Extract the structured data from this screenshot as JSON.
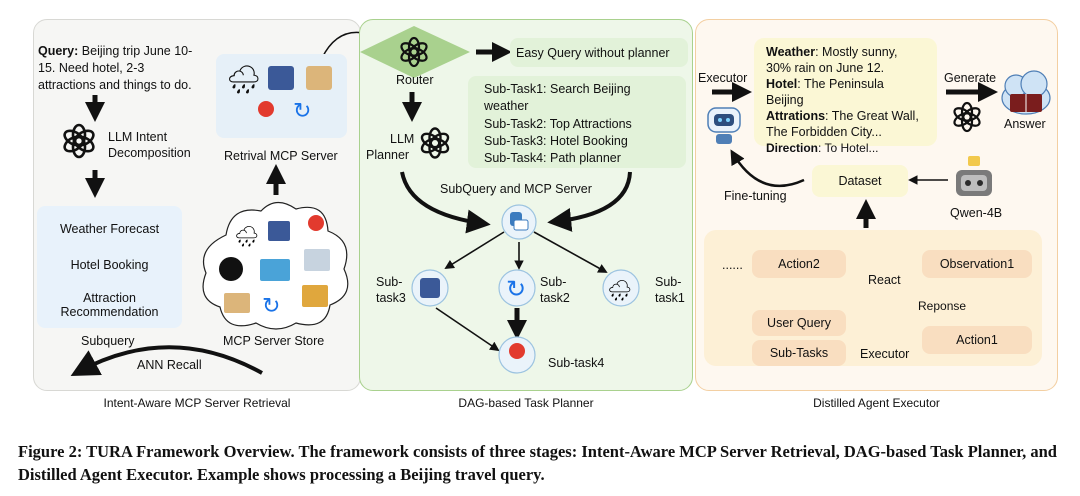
{
  "panel1": {
    "query_label": "Query:",
    "query_lines": [
      "Beijing trip June 10-",
      "15. Need hotel, 2-3",
      "attractions and things to do."
    ],
    "intent_label_1": "LLM Intent",
    "intent_label_2": "Decomposition",
    "subqueries": [
      "Weather Forecast",
      "Hotel Booking",
      "Attraction",
      "Recommendation"
    ],
    "subquery_label": "Subquery",
    "retrieval_server": "Retrival MCP Server",
    "server_store": "MCP Server Store",
    "ann_recall": "ANN Recall",
    "stage": "Intent-Aware MCP Server Retrieval"
  },
  "panel2": {
    "router": "Router",
    "easy_query": "Easy Query without planner",
    "planner_1": "LLM",
    "planner_2": "Planner",
    "subtasks": [
      "Sub-Task1: Search Beijing",
      "weather",
      "Sub-Task2: Top Attractions",
      "Sub-Task3: Hotel Booking",
      "Sub-Task4: Path  planner"
    ],
    "subquery_server": "SubQuery and MCP Server",
    "node_task3_a": "Sub-",
    "node_task3_b": "task3",
    "node_task2_a": "Sub-",
    "node_task2_b": "task2",
    "node_task1_a": "Sub-",
    "node_task1_b": "task1",
    "node_task4": "Sub-task4",
    "stage": "DAG-based Task Planner"
  },
  "panel3": {
    "executor": "Executor",
    "result": {
      "weather_k": "Weather",
      "weather_v1": ": Mostly sunny,",
      "weather_v2": "30% rain on June 12.",
      "hotel_k": "Hotel",
      "hotel_v1": ": The Peninsula",
      "hotel_v2": "Beijing",
      "attr_k": "Attrations",
      "attr_v1": ": The Great Wall,",
      "attr_v2": "The Forbidden City...",
      "dir_k": "Direction",
      "dir_v": ": To Hotel..."
    },
    "generate": "Generate",
    "answer": "Answer",
    "finetune": "Fine-tuning",
    "dataset": "Dataset",
    "qwen": "Qwen-4B",
    "dots": "......",
    "action2": "Action2",
    "observation1": "Observation1",
    "react": "React",
    "reponse": "Reponse",
    "user_query": "User Query",
    "sub_tasks": "Sub-Tasks",
    "executor2": "Executor",
    "action1": "Action1",
    "stage": "Distilled Agent Executor"
  },
  "caption": "Figure 2: TURA Framework Overview. The framework consists of three stages: Intent-Aware MCP Server Retrieval, DAG-based Task Planner, and Distilled Agent Executor. Example shows processing a Beijing travel query.",
  "colors": {
    "panel1_bg": "#f5f5f3",
    "panel2_bg": "#eef7e8",
    "panel2_border": "#a9d18e",
    "panel3_bg": "#fdf3e7",
    "panel3_border": "#f2c894",
    "subquery_bg": "#e8f2fb",
    "easy_bg": "#e4f3dc",
    "result_bg": "#fbf7d7",
    "dataset_bg": "#fbf7d7",
    "action_bg": "#f9dfc2",
    "lower_bg": "#fdf1da"
  }
}
